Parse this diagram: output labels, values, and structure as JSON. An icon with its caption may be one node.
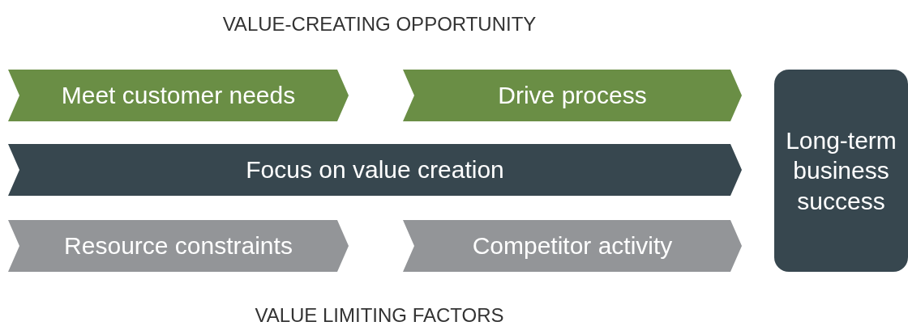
{
  "diagram": {
    "nodes": [
      {
        "text": [
          "Meet customer needs"
        ]
      },
      {
        "text": [
          "Drive process"
        ]
      },
      {
        "text": [
          "Focus on value creation"
        ]
      },
      {
        "text": [
          "Resource constraints"
        ]
      },
      {
        "text": [
          "Competitor activity"
        ]
      },
      {
        "text": [
          "Long-term business success"
        ]
      }
    ],
    "labels": [
      "VALUE-CREATING OPPORTUNITY",
      "VALUE LIMITING FACTORS"
    ]
  }
}
